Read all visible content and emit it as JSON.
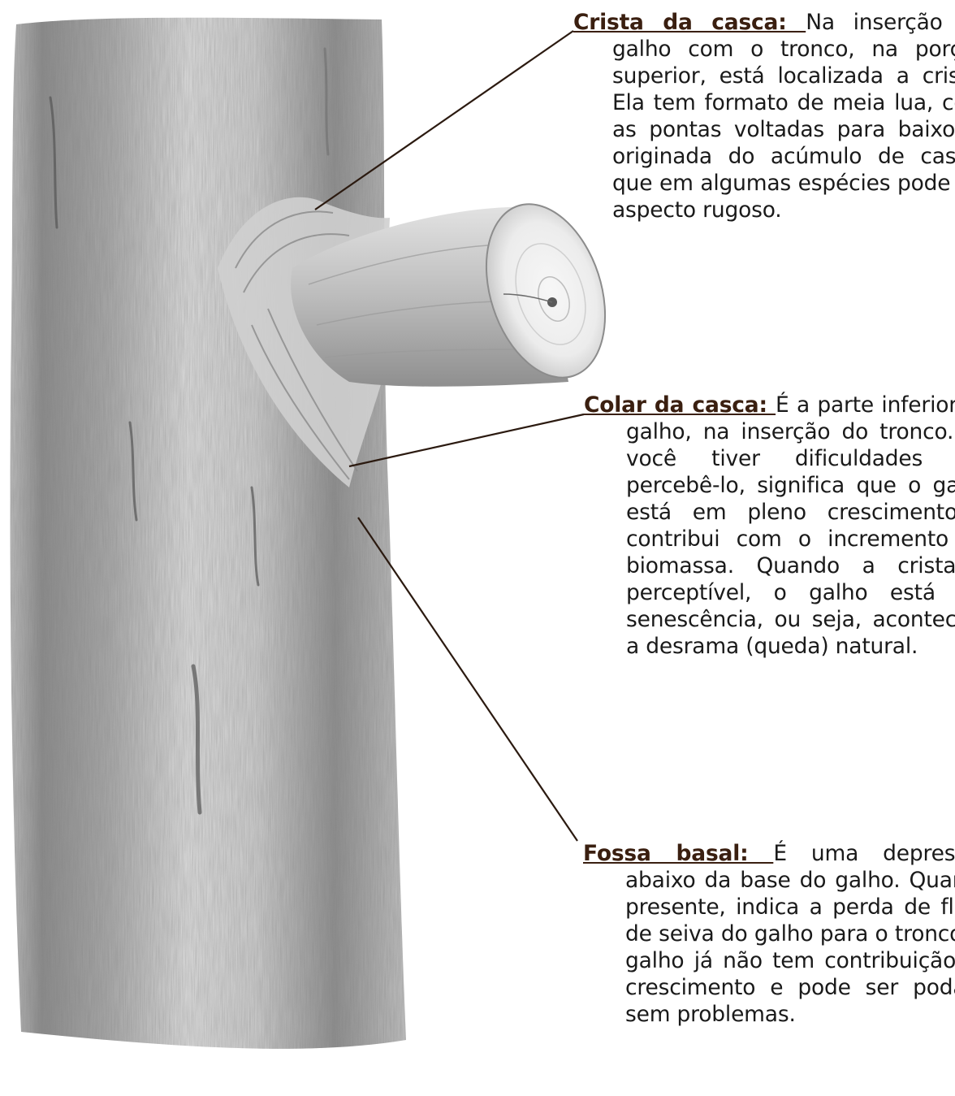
{
  "annotations": [
    {
      "id": "crista",
      "heading": "Crista da casca:",
      "body": "Na inserção do galho com o tronco, na porção superior, está localizada a crista. Ela tem formato de meia lua, com as pontas voltadas para baixo. É originada do acúmulo de casca, que em algumas espécies pode ter aspecto rugoso."
    },
    {
      "id": "colar",
      "heading": "Colar da casca:",
      "body": "É a parte inferior do galho, na inserção do tronco. Se você tiver dificuldades em percebê-lo, significa que o galho está em pleno crescimento e contribui com o incremento de biomassa. Quando a crista é perceptível, o galho está em senescência, ou seja, acontecerá a desrama (queda) natural."
    },
    {
      "id": "fossa",
      "heading": "Fossa basal:",
      "body": "É uma depressão abaixo da base do galho. Quando presente, indica a perda de fluxo de seiva do galho para o tronco. O galho já não tem contribuição no crescimento e pode ser podado sem problemas."
    }
  ],
  "colors": {
    "heading": "#3a1f10",
    "leader_line": "#2b1a10",
    "text": "#1a1a1a"
  },
  "icons": [
    "tree-trunk-illustration",
    "cut-branch-illustration"
  ]
}
